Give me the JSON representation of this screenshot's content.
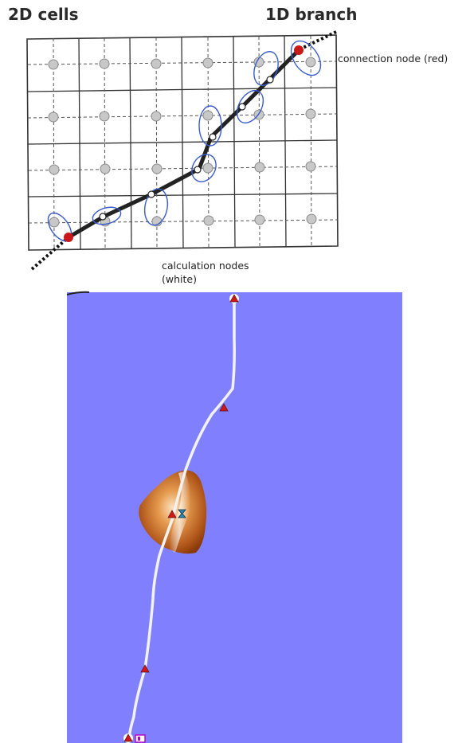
{
  "diagram": {
    "title_left": "2D cells",
    "title_right": "1D branch",
    "connection_label": "connection node (red)",
    "calc_label_line1": "calculation nodes",
    "calc_label_line2": "(white)"
  },
  "map": {
    "colors": {
      "water": "#8080ff",
      "channel": "#f2f2f2",
      "mound_dark": "#a04a10",
      "mound_light": "#f6d3a6",
      "node": "#d01818",
      "structure": "#b000c0"
    },
    "node_icon": "triangle-node-icon",
    "structure_icon": "hourglass-structure-icon",
    "boundary_icon": "boundary-box-icon"
  }
}
